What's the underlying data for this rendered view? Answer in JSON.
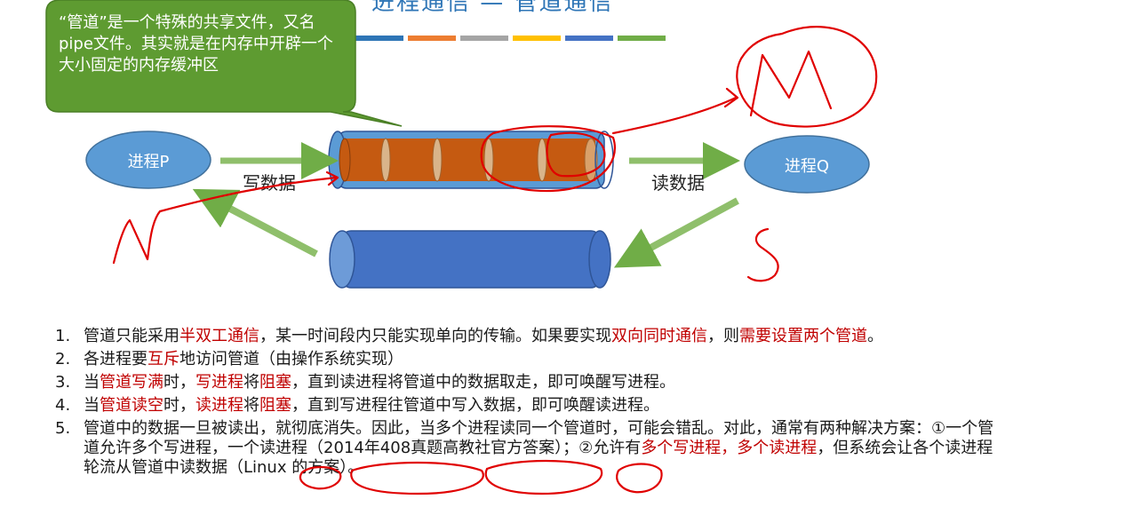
{
  "slide": {
    "title_fragment": "进程通信 — 管道通信",
    "accent_colors": [
      "#2e75b6",
      "#ed7d31",
      "#a5a5a5",
      "#ffc000",
      "#4472c4",
      "#70ad47"
    ]
  },
  "callout": {
    "text": "“管道”是一个特殊的共享文件，又名pipe文件。其实就是在内存中开辟一个大小固定的内存缓冲区",
    "fill": "#5e9b31"
  },
  "diagram": {
    "process_p": "进程P",
    "process_q": "进程Q",
    "write_label": "写数据",
    "read_label": "读数据",
    "pipe_fill": "#c55a11",
    "pipe_body": "#5b9bd5"
  },
  "notes": [
    {
      "num": "1.",
      "parts": [
        {
          "t": "管道只能采用"
        },
        {
          "t": "半双工通信",
          "red": true
        },
        {
          "t": "，某一时间段内只能实现单向的传输。如果要实现"
        },
        {
          "t": "双向同时通信",
          "red": true
        },
        {
          "t": "，则"
        },
        {
          "t": "需要设置两个管道",
          "red": true
        },
        {
          "t": "。"
        }
      ]
    },
    {
      "num": "2.",
      "parts": [
        {
          "t": "各进程要"
        },
        {
          "t": "互斥",
          "red": true
        },
        {
          "t": "地访问管道（由操作系统实现）"
        }
      ]
    },
    {
      "num": "3.",
      "parts": [
        {
          "t": "当"
        },
        {
          "t": "管道写满",
          "red": true
        },
        {
          "t": "时，"
        },
        {
          "t": "写进程",
          "red": true
        },
        {
          "t": "将"
        },
        {
          "t": "阻塞",
          "red": true
        },
        {
          "t": "，直到读进程将管道中的数据取走，即可唤醒写进程。"
        }
      ]
    },
    {
      "num": "4.",
      "parts": [
        {
          "t": "当"
        },
        {
          "t": "管道读空",
          "red": true
        },
        {
          "t": "时，"
        },
        {
          "t": "读进程",
          "red": true
        },
        {
          "t": "将"
        },
        {
          "t": "阻塞",
          "red": true
        },
        {
          "t": "，直到写进程往管道中写入数据，即可唤醒读进程。"
        }
      ]
    },
    {
      "num": "5.",
      "parts": [
        {
          "t": "管道中的数据一旦被读出，就彻底消失。因此，当多个进程读同一个管道时，可能会错乱。对此，通常有两种解决方案：①一个管道允许多个写进程，一个读进程（2014年408真题高教社官方答案）；②允许有"
        },
        {
          "t": "多个写进程，多个读进程",
          "red": true
        },
        {
          "t": "，但系统会让各个读进程轮流从管道中读数据（Linux 的方案）。"
        }
      ]
    }
  ]
}
